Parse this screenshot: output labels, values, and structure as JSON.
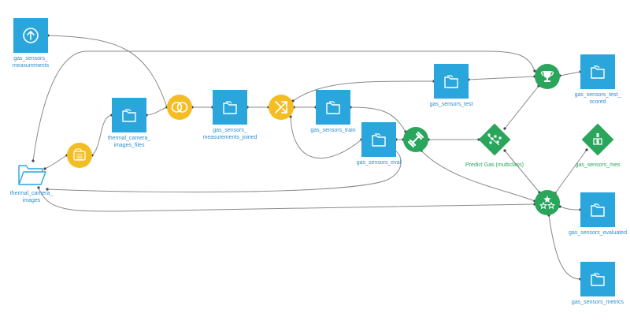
{
  "colors": {
    "dataset": "#2aa6dd",
    "recipe": "#f5bd24",
    "ml": "#2aa55c",
    "dataset_label": "#2a8fd0",
    "model_label": "#27a65a",
    "edge": "#8a8a8a"
  },
  "nodes": [
    {
      "id": "gas_sensors_measurements",
      "kind": "dataset",
      "icon": "upload-icon",
      "lines": [
        "gas_sensors_",
        "measurements"
      ]
    },
    {
      "id": "thermal_camera_images",
      "kind": "folder",
      "icon": "open-folder-icon",
      "lines": [
        "thermal_camera_",
        "images"
      ]
    },
    {
      "id": "list_files_recipe",
      "kind": "recipe",
      "icon": "file-list-icon",
      "lines": []
    },
    {
      "id": "thermal_camera_images_files",
      "kind": "dataset",
      "icon": "folder-icon",
      "lines": [
        "thermal_camera_",
        "images_files"
      ]
    },
    {
      "id": "join_recipe",
      "kind": "recipe",
      "icon": "join-icon",
      "lines": []
    },
    {
      "id": "gas_sensors_measurements_joined",
      "kind": "dataset",
      "icon": "folder-icon",
      "lines": [
        "gas_sensors_",
        "measurements_joined"
      ]
    },
    {
      "id": "split_recipe",
      "kind": "recipe",
      "icon": "split-icon",
      "lines": []
    },
    {
      "id": "gas_sensors_train",
      "kind": "dataset",
      "icon": "folder-icon",
      "lines": [
        "gas_sensors_train"
      ]
    },
    {
      "id": "gas_sensors_test",
      "kind": "dataset",
      "icon": "folder-icon",
      "lines": [
        "gas_sensors_test"
      ]
    },
    {
      "id": "gas_sensors_eval",
      "kind": "dataset",
      "icon": "folder-icon",
      "lines": [
        "gas_sensors_eval"
      ]
    },
    {
      "id": "train_recipe",
      "kind": "ml",
      "icon": "dumbbell-icon",
      "lines": []
    },
    {
      "id": "predict_gas_model",
      "kind": "model",
      "icon": "model-icon",
      "lines": [
        "Predict Gas (multiclass)"
      ]
    },
    {
      "id": "score_recipe",
      "kind": "ml",
      "icon": "trophy-icon",
      "lines": []
    },
    {
      "id": "evaluate_recipe",
      "kind": "ml",
      "icon": "stars-icon",
      "lines": []
    },
    {
      "id": "gas_sensors_test_scored",
      "kind": "dataset",
      "icon": "folder-icon",
      "lines": [
        "gas_sensors_test_",
        "scored"
      ]
    },
    {
      "id": "gas_sensors_mes",
      "kind": "evalstore",
      "icon": "evaluation-store-icon",
      "lines": [
        "gas_sensors_mes"
      ]
    },
    {
      "id": "gas_sensors_evaluated",
      "kind": "dataset",
      "icon": "folder-icon",
      "lines": [
        "gas_sensors_evaluated"
      ]
    },
    {
      "id": "gas_sensors_metrics",
      "kind": "dataset",
      "icon": "folder-icon",
      "lines": [
        "gas_sensors_metrics"
      ]
    }
  ],
  "edges": [
    {
      "from": "gas_sensors_measurements",
      "to": "join_recipe"
    },
    {
      "from": "thermal_camera_images",
      "to": "list_files_recipe"
    },
    {
      "from": "list_files_recipe",
      "to": "thermal_camera_images_files"
    },
    {
      "from": "thermal_camera_images_files",
      "to": "join_recipe"
    },
    {
      "from": "join_recipe",
      "to": "gas_sensors_measurements_joined"
    },
    {
      "from": "gas_sensors_measurements_joined",
      "to": "split_recipe"
    },
    {
      "from": "split_recipe",
      "to": "gas_sensors_train"
    },
    {
      "from": "split_recipe",
      "to": "gas_sensors_test"
    },
    {
      "from": "split_recipe",
      "to": "gas_sensors_eval"
    },
    {
      "from": "gas_sensors_train",
      "to": "train_recipe"
    },
    {
      "from": "gas_sensors_eval",
      "to": "train_recipe"
    },
    {
      "from": "train_recipe",
      "to": "predict_gas_model"
    },
    {
      "from": "train_recipe",
      "to": "evaluate_recipe"
    },
    {
      "from": "predict_gas_model",
      "to": "score_recipe"
    },
    {
      "from": "predict_gas_model",
      "to": "evaluate_recipe"
    },
    {
      "from": "gas_sensors_test",
      "to": "score_recipe"
    },
    {
      "from": "thermal_camera_images",
      "to": "score_recipe"
    },
    {
      "from": "thermal_camera_images",
      "to": "evaluate_recipe"
    },
    {
      "from": "thermal_camera_images",
      "to": "gas_sensors_eval"
    },
    {
      "from": "score_recipe",
      "to": "gas_sensors_test_scored"
    },
    {
      "from": "evaluate_recipe",
      "to": "gas_sensors_mes"
    },
    {
      "from": "evaluate_recipe",
      "to": "gas_sensors_evaluated"
    },
    {
      "from": "evaluate_recipe",
      "to": "gas_sensors_metrics"
    }
  ]
}
